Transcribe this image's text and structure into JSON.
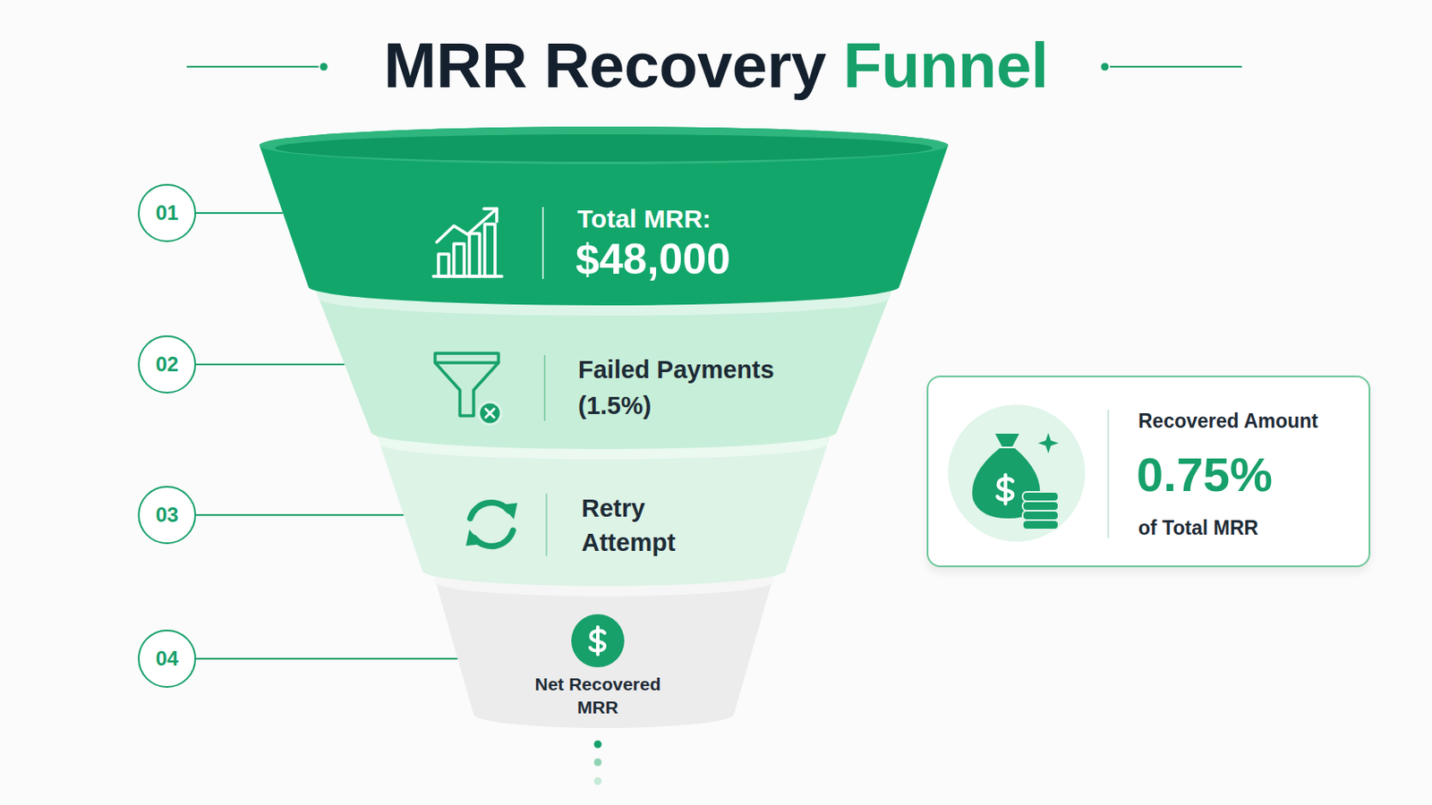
{
  "diagram": {
    "title": "MRR Recovery Funnel",
    "nodes": [
      {
        "text": [
          "Total MRR:",
          "$48,000"
        ]
      },
      {
        "text": [
          "Failed Payments (1.5%)"
        ]
      },
      {
        "text": [
          "Retry Attempt"
        ]
      },
      {
        "text": [
          "Net Recovered MRR"
        ]
      },
      {
        "text": [
          "01"
        ]
      },
      {
        "text": [
          "02"
        ]
      },
      {
        "text": [
          "03"
        ]
      },
      {
        "text": [
          "04"
        ]
      },
      {
        "text": [
          "Recovered Amount",
          "0.75%",
          "of Total MRR"
        ]
      }
    ],
    "edges": [
      {
        "from": 4,
        "to": 0,
        "arrow": "none"
      },
      {
        "from": 5,
        "to": 1,
        "arrow": "none"
      },
      {
        "from": 6,
        "to": 2,
        "arrow": "none"
      },
      {
        "from": 7,
        "to": 3,
        "arrow": "none"
      }
    ]
  }
}
